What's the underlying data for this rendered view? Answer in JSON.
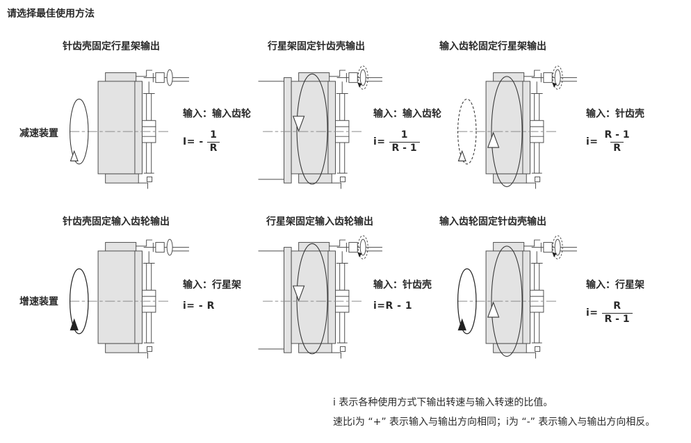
{
  "page_title": "请选择最佳使用方法",
  "rows": [
    {
      "row_label": "减速装置",
      "cells": [
        {
          "title": "针齿壳固定行星架输出",
          "input_label": "输入：输入齿轮",
          "formula": {
            "prefix": "I= -",
            "numerator": "1",
            "denominator": "R"
          },
          "rotation": "output-counter-clockwise"
        },
        {
          "title": "行星架固定针齿壳输出",
          "input_label": "输入：输入齿轮",
          "formula": {
            "prefix": "i=",
            "numerator": "1",
            "denominator": "R - 1"
          },
          "rotation": "housing-rotates-down"
        },
        {
          "title": "输入齿轮固定行星架输出",
          "input_label": "输入：针齿壳",
          "formula": {
            "prefix": "i=",
            "numerator": "R - 1",
            "denominator": "R"
          },
          "rotation": "housing-rotates-up"
        }
      ]
    },
    {
      "row_label": "增速装置",
      "cells": [
        {
          "title": "针齿壳固定输入齿轮输出",
          "input_label": "输入：行星架",
          "formula": {
            "text": "i= - R"
          },
          "rotation": "input-counter-clockwise"
        },
        {
          "title": "行星架固定输入齿轮输出",
          "input_label": "输入：针齿壳",
          "formula": {
            "text": "i=R - 1"
          },
          "rotation": "housing-rotates-down"
        },
        {
          "title": "输入齿轮固定针齿壳输出",
          "input_label": "输入：行星架",
          "formula": {
            "prefix": "i=",
            "numerator": "R",
            "denominator": "R - 1"
          },
          "rotation": "housing-rotates-up"
        }
      ]
    }
  ],
  "footnotes": {
    "line1": "i 表示各种使用方式下输出转速与输入转速的比值。",
    "line2": "速比i为 “+” 表示输入与输出方向相同；i为 “-” 表示输入与输出方向相反。"
  },
  "colors": {
    "body_fill": "#e3e3e3",
    "line": "#3f3f3f",
    "text": "#2a2a2a"
  }
}
